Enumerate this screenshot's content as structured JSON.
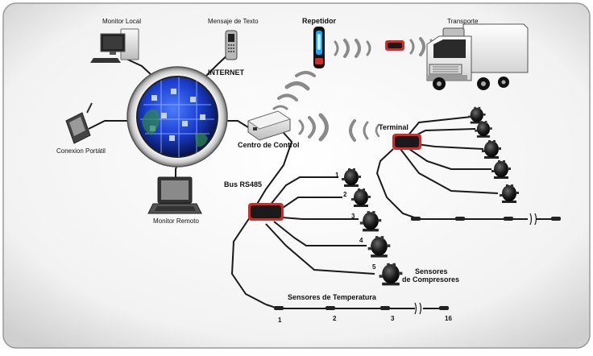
{
  "labels": {
    "monitor_local": "Monitor Local",
    "mensaje_texto": "Mensaje de Texto",
    "repetidor": "Repetidor",
    "transporte": "Transporte",
    "internet": "INTERNET",
    "conexion_portatil": "Conexion Portátil",
    "centro_control": "Centro de Control",
    "terminal": "Terminal",
    "bus_rs485": "Bus RS485",
    "monitor_remoto": "Monitor Remoto",
    "sensores_compresores_1": "Sensores",
    "sensores_compresores_2": "de Compresores",
    "sensores_temperatura": "Sensores de Temperatura"
  },
  "compressor_numbers": [
    "1",
    "2",
    "3",
    "4",
    "5"
  ],
  "temperature_numbers": [
    "1",
    "2",
    "3",
    "16"
  ],
  "colors": {
    "frame": "#9a9a9a",
    "cable": "#1a1a1a",
    "signal": "#8a8a8a",
    "device_red": "#d42a2a",
    "globe_blue": "#1b3fd0"
  }
}
